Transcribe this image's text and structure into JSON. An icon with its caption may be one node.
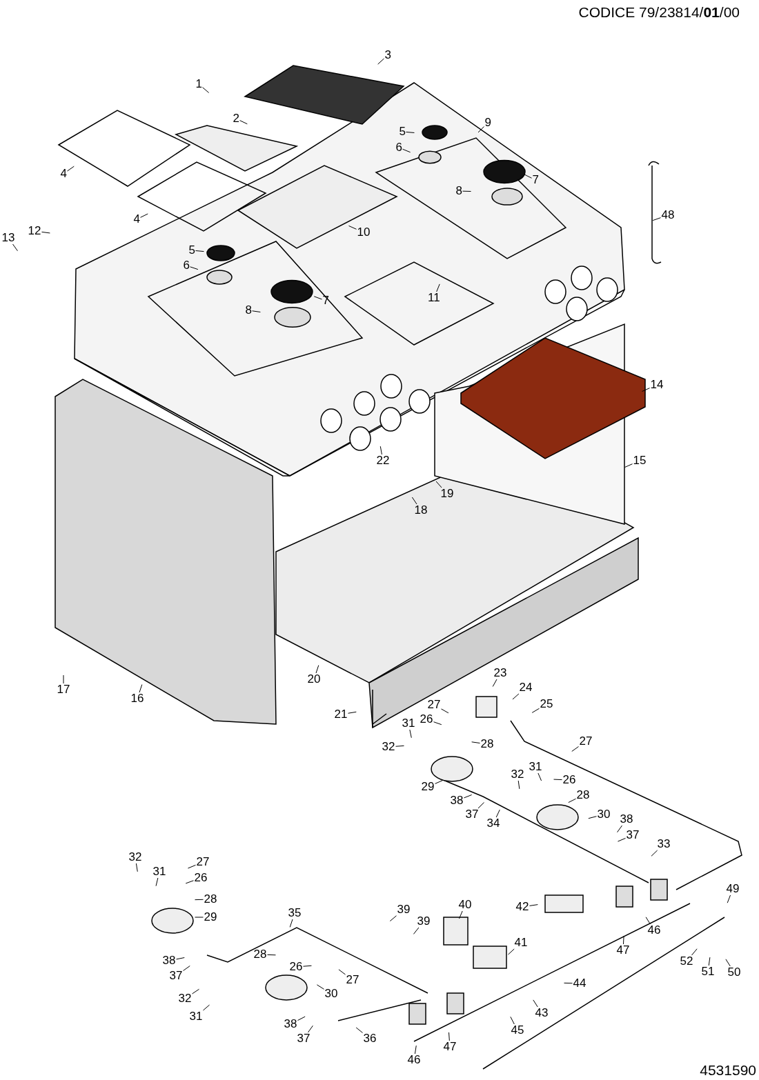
{
  "diagram": {
    "nodes": [
      {
        "text": [
          "1"
        ]
      },
      {
        "text": [
          "2"
        ]
      },
      {
        "text": [
          "3"
        ]
      },
      {
        "text": [
          "4"
        ]
      },
      {
        "text": [
          "4"
        ]
      },
      {
        "text": [
          "5"
        ]
      },
      {
        "text": [
          "6"
        ]
      },
      {
        "text": [
          "7"
        ]
      },
      {
        "text": [
          "8"
        ]
      },
      {
        "text": [
          "9"
        ]
      },
      {
        "text": [
          "10"
        ]
      },
      {
        "text": [
          "11"
        ]
      },
      {
        "text": [
          "12"
        ]
      },
      {
        "text": [
          "13"
        ]
      },
      {
        "text": [
          "5"
        ]
      },
      {
        "text": [
          "6"
        ]
      },
      {
        "text": [
          "7"
        ]
      },
      {
        "text": [
          "8"
        ]
      },
      {
        "text": [
          "14"
        ]
      },
      {
        "text": [
          "15"
        ]
      },
      {
        "text": [
          "22"
        ]
      },
      {
        "text": [
          "19"
        ]
      },
      {
        "text": [
          "18"
        ]
      },
      {
        "text": [
          "48"
        ]
      },
      {
        "text": [
          "17"
        ]
      },
      {
        "text": [
          "16"
        ]
      },
      {
        "text": [
          "20"
        ]
      },
      {
        "text": [
          "21"
        ]
      },
      {
        "text": [
          "23"
        ]
      },
      {
        "text": [
          "24"
        ]
      },
      {
        "text": [
          "25"
        ]
      },
      {
        "text": [
          "27"
        ]
      },
      {
        "text": [
          "26"
        ]
      },
      {
        "text": [
          "31"
        ]
      },
      {
        "text": [
          "32"
        ]
      },
      {
        "text": [
          "28"
        ]
      },
      {
        "text": [
          "29"
        ]
      },
      {
        "text": [
          "38"
        ]
      },
      {
        "text": [
          "37"
        ]
      },
      {
        "text": [
          "34"
        ]
      },
      {
        "text": [
          "27"
        ]
      },
      {
        "text": [
          "32"
        ]
      },
      {
        "text": [
          "31"
        ]
      },
      {
        "text": [
          "26"
        ]
      },
      {
        "text": [
          "28"
        ]
      },
      {
        "text": [
          "30"
        ]
      },
      {
        "text": [
          "38"
        ]
      },
      {
        "text": [
          "37"
        ]
      },
      {
        "text": [
          "33"
        ]
      },
      {
        "text": [
          "32"
        ]
      },
      {
        "text": [
          "31"
        ]
      },
      {
        "text": [
          "27"
        ]
      },
      {
        "text": [
          "26"
        ]
      },
      {
        "text": [
          "28"
        ]
      },
      {
        "text": [
          "29"
        ]
      },
      {
        "text": [
          "38"
        ]
      },
      {
        "text": [
          "37"
        ]
      },
      {
        "text": [
          "32"
        ]
      },
      {
        "text": [
          "31"
        ]
      },
      {
        "text": [
          "35"
        ]
      },
      {
        "text": [
          "28"
        ]
      },
      {
        "text": [
          "26"
        ]
      },
      {
        "text": [
          "27"
        ]
      },
      {
        "text": [
          "30"
        ]
      },
      {
        "text": [
          "38"
        ]
      },
      {
        "text": [
          "37"
        ]
      },
      {
        "text": [
          "36"
        ]
      },
      {
        "text": [
          "39"
        ]
      },
      {
        "text": [
          "39"
        ]
      },
      {
        "text": [
          "40"
        ]
      },
      {
        "text": [
          "41"
        ]
      },
      {
        "text": [
          "42"
        ]
      },
      {
        "text": [
          "43"
        ]
      },
      {
        "text": [
          "44"
        ]
      },
      {
        "text": [
          "45"
        ]
      },
      {
        "text": [
          "46"
        ]
      },
      {
        "text": [
          "47"
        ]
      },
      {
        "text": [
          "46"
        ]
      },
      {
        "text": [
          "47"
        ]
      },
      {
        "text": [
          "49"
        ]
      },
      {
        "text": [
          "52"
        ]
      },
      {
        "text": [
          "51"
        ]
      },
      {
        "text": [
          "50"
        ]
      }
    ],
    "edges": [
      {
        "from": 0,
        "to": null,
        "arrow": "none"
      },
      {
        "from": 1,
        "to": null,
        "arrow": "none"
      },
      {
        "from": 2,
        "to": null,
        "arrow": "none"
      },
      {
        "from": 3,
        "to": null,
        "arrow": "none"
      },
      {
        "from": 4,
        "to": null,
        "arrow": "none"
      },
      {
        "from": 5,
        "to": null,
        "arrow": "none"
      },
      {
        "from": 6,
        "to": null,
        "arrow": "none"
      },
      {
        "from": 7,
        "to": null,
        "arrow": "none"
      },
      {
        "from": 8,
        "to": null,
        "arrow": "none"
      },
      {
        "from": 9,
        "to": null,
        "arrow": "none"
      },
      {
        "from": 10,
        "to": null,
        "arrow": "none"
      },
      {
        "from": 11,
        "to": null,
        "arrow": "none"
      },
      {
        "from": 12,
        "to": null,
        "arrow": "none"
      },
      {
        "from": 13,
        "to": null,
        "arrow": "none"
      },
      {
        "from": 14,
        "to": null,
        "arrow": "none"
      },
      {
        "from": 15,
        "to": null,
        "arrow": "none"
      },
      {
        "from": 16,
        "to": null,
        "arrow": "none"
      },
      {
        "from": 17,
        "to": null,
        "arrow": "none"
      },
      {
        "from": 18,
        "to": null,
        "arrow": "none"
      },
      {
        "from": 19,
        "to": null,
        "arrow": "none"
      },
      {
        "from": 20,
        "to": null,
        "arrow": "none"
      },
      {
        "from": 21,
        "to": null,
        "arrow": "none"
      },
      {
        "from": 22,
        "to": null,
        "arrow": "none"
      },
      {
        "from": 23,
        "to": null,
        "arrow": "none"
      },
      {
        "from": 24,
        "to": null,
        "arrow": "none"
      },
      {
        "from": 25,
        "to": null,
        "arrow": "none"
      },
      {
        "from": 26,
        "to": null,
        "arrow": "none"
      },
      {
        "from": 27,
        "to": null,
        "arrow": "none"
      },
      {
        "from": 28,
        "to": null,
        "arrow": "none"
      },
      {
        "from": 29,
        "to": null,
        "arrow": "none"
      },
      {
        "from": 30,
        "to": null,
        "arrow": "none"
      },
      {
        "from": 31,
        "to": null,
        "arrow": "none"
      },
      {
        "from": 32,
        "to": null,
        "arrow": "none"
      },
      {
        "from": 33,
        "to": null,
        "arrow": "none"
      },
      {
        "from": 34,
        "to": null,
        "arrow": "none"
      },
      {
        "from": 35,
        "to": null,
        "arrow": "none"
      },
      {
        "from": 36,
        "to": null,
        "arrow": "none"
      },
      {
        "from": 37,
        "to": null,
        "arrow": "none"
      },
      {
        "from": 38,
        "to": null,
        "arrow": "none"
      },
      {
        "from": 39,
        "to": null,
        "arrow": "none"
      },
      {
        "from": 40,
        "to": null,
        "arrow": "none"
      },
      {
        "from": 41,
        "to": null,
        "arrow": "none"
      },
      {
        "from": 42,
        "to": null,
        "arrow": "none"
      },
      {
        "from": 43,
        "to": null,
        "arrow": "none"
      },
      {
        "from": 44,
        "to": null,
        "arrow": "none"
      },
      {
        "from": 45,
        "to": null,
        "arrow": "none"
      },
      {
        "from": 46,
        "to": null,
        "arrow": "none"
      },
      {
        "from": 47,
        "to": null,
        "arrow": "none"
      },
      {
        "from": 48,
        "to": null,
        "arrow": "none"
      },
      {
        "from": 49,
        "to": null,
        "arrow": "none"
      },
      {
        "from": 50,
        "to": null,
        "arrow": "none"
      },
      {
        "from": 51,
        "to": null,
        "arrow": "none"
      },
      {
        "from": 52,
        "to": null,
        "arrow": "none"
      },
      {
        "from": 53,
        "to": null,
        "arrow": "none"
      },
      {
        "from": 54,
        "to": null,
        "arrow": "none"
      },
      {
        "from": 55,
        "to": null,
        "arrow": "none"
      },
      {
        "from": 56,
        "to": null,
        "arrow": "none"
      },
      {
        "from": 57,
        "to": null,
        "arrow": "none"
      },
      {
        "from": 58,
        "to": null,
        "arrow": "none"
      },
      {
        "from": 59,
        "to": null,
        "arrow": "none"
      },
      {
        "from": 60,
        "to": null,
        "arrow": "none"
      },
      {
        "from": 61,
        "to": null,
        "arrow": "none"
      },
      {
        "from": 62,
        "to": null,
        "arrow": "none"
      },
      {
        "from": 63,
        "to": null,
        "arrow": "none"
      },
      {
        "from": 64,
        "to": null,
        "arrow": "none"
      },
      {
        "from": 65,
        "to": null,
        "arrow": "none"
      },
      {
        "from": 66,
        "to": null,
        "arrow": "none"
      },
      {
        "from": 67,
        "to": null,
        "arrow": "none"
      },
      {
        "from": 68,
        "to": null,
        "arrow": "none"
      },
      {
        "from": 69,
        "to": null,
        "arrow": "none"
      },
      {
        "from": 70,
        "to": null,
        "arrow": "none"
      },
      {
        "from": 71,
        "to": null,
        "arrow": "none"
      },
      {
        "from": 72,
        "to": null,
        "arrow": "none"
      },
      {
        "from": 73,
        "to": null,
        "arrow": "none"
      },
      {
        "from": 74,
        "to": null,
        "arrow": "none"
      },
      {
        "from": 75,
        "to": null,
        "arrow": "none"
      },
      {
        "from": 76,
        "to": null,
        "arrow": "none"
      },
      {
        "from": 77,
        "to": null,
        "arrow": "none"
      },
      {
        "from": 78,
        "to": null,
        "arrow": "none"
      },
      {
        "from": 79,
        "to": null,
        "arrow": "none"
      },
      {
        "from": 80,
        "to": null,
        "arrow": "none"
      },
      {
        "from": 81,
        "to": null,
        "arrow": "none"
      },
      {
        "from": 82,
        "to": null,
        "arrow": "none"
      }
    ],
    "labels": [
      "CODICE 79/23814/**01**/00",
      "4531590"
    ]
  }
}
